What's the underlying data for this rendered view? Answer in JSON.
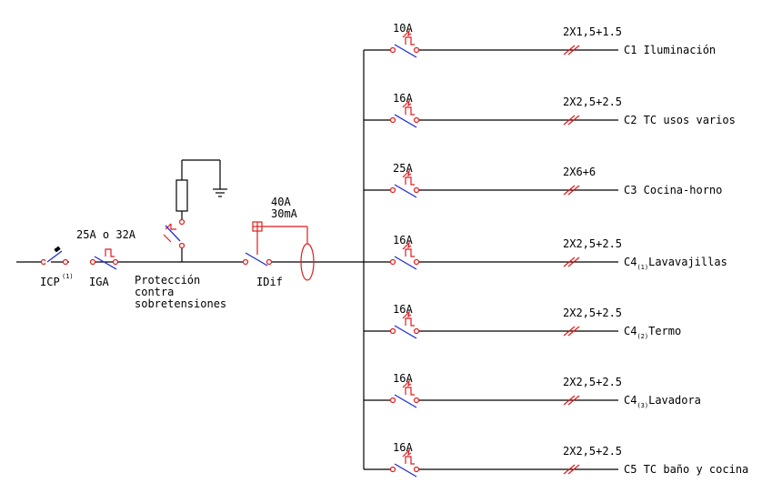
{
  "colors": {
    "wire": "#000000",
    "contact": "#1f2bd6",
    "mechanism": "#e21b1b",
    "background": "#ffffff"
  },
  "icp": {
    "label": "ICP",
    "note": "(1)"
  },
  "iga": {
    "label": "IGA",
    "rating": "25A o 32A"
  },
  "surge": {
    "lines": [
      "Protección",
      "contra",
      "sobretensiones"
    ]
  },
  "rcd": {
    "label": "IDif",
    "rating": "40A",
    "sensitivity": "30mA"
  },
  "circuits": [
    {
      "breaker": "10A",
      "cable": "2X1,5+1.5",
      "code": "C1",
      "sub": "",
      "name": "Iluminación"
    },
    {
      "breaker": "16A",
      "cable": "2X2,5+2.5",
      "code": "C2",
      "sub": "",
      "name": "TC usos varios"
    },
    {
      "breaker": "25A",
      "cable": "2X6+6",
      "code": "C3",
      "sub": "",
      "name": "Cocina-horno"
    },
    {
      "breaker": "16A",
      "cable": "2X2,5+2.5",
      "code": "C4",
      "sub": "(1)",
      "name": "Lavavajillas"
    },
    {
      "breaker": "16A",
      "cable": "2X2,5+2.5",
      "code": "C4",
      "sub": "(2)",
      "name": "Termo"
    },
    {
      "breaker": "16A",
      "cable": "2X2,5+2.5",
      "code": "C4",
      "sub": "(3)",
      "name": "Lavadora"
    },
    {
      "breaker": "16A",
      "cable": "2X2,5+2.5",
      "code": "C5",
      "sub": "",
      "name": "TC baño y cocina"
    }
  ]
}
